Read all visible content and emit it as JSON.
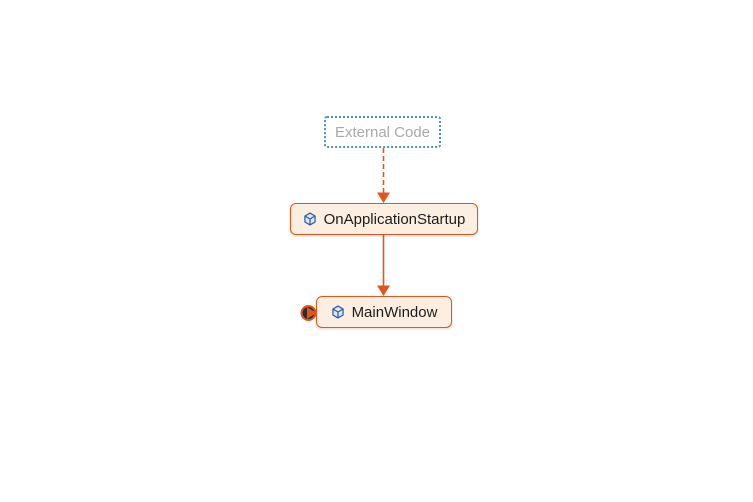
{
  "diagram": {
    "type": "call-graph",
    "nodes": {
      "external": {
        "label": "External Code",
        "kind": "external-group",
        "border_style": "dotted"
      },
      "startup": {
        "label": "OnApplicationStartup",
        "kind": "method",
        "icon": "method-cube-icon"
      },
      "main": {
        "label": "MainWindow",
        "kind": "method",
        "icon": "method-cube-icon",
        "marker": "entry-point-marker"
      }
    },
    "edges": [
      {
        "from": "External Code",
        "to": "OnApplicationStartup",
        "style": "dashed",
        "direction": "down"
      },
      {
        "from": "OnApplicationStartup",
        "to": "MainWindow",
        "style": "solid",
        "direction": "down"
      }
    ],
    "colors": {
      "canvas": "#ffffff",
      "edge": "#e2551c",
      "node_fill": "#fcefe1",
      "node_border": "#e2551c",
      "node_text": "#1c1c1c",
      "external_border": "#4e8fc0",
      "external_text": "#a9a9a9",
      "icon_blue": "#2e5aa0",
      "icon_fill": "#dde7f5",
      "marker_fill": "#2d2d2d"
    }
  }
}
